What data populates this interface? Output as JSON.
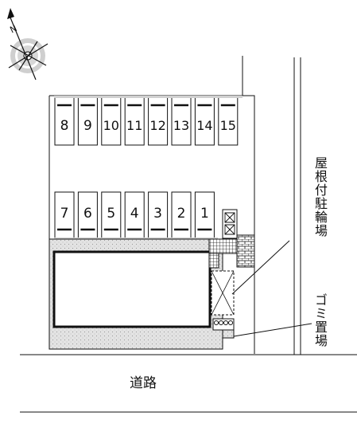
{
  "map": {
    "compass_letter": "N",
    "parking_top": [
      "8",
      "9",
      "10",
      "11",
      "12",
      "13",
      "14",
      "15"
    ],
    "parking_bottom": [
      "7",
      "6",
      "5",
      "4",
      "3",
      "2",
      "1"
    ],
    "bike_parking_label": "屋根付駐輪場",
    "garbage_label": "ゴミ置場",
    "road_label": "道路"
  }
}
